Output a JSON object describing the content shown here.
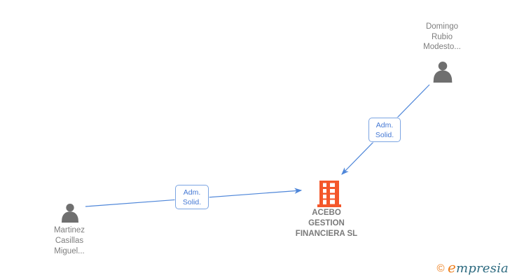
{
  "diagram": {
    "nodes": {
      "person_top": {
        "label_lines": [
          "Domingo",
          "Rubio",
          "Modesto..."
        ]
      },
      "person_bottom": {
        "label_lines": [
          "Martinez",
          "Casillas",
          "Miguel..."
        ]
      },
      "company": {
        "label_lines": [
          "ACEBO",
          "GESTION",
          "FINANCIERA SL"
        ]
      }
    },
    "edges": {
      "top": {
        "label_line1": "Adm.",
        "label_line2": "Solid."
      },
      "bottom": {
        "label_line1": "Adm.",
        "label_line2": "Solid."
      }
    }
  },
  "branding": {
    "copyright_symbol": "©",
    "logo_first_letter": "e",
    "logo_rest": "mpresia"
  },
  "colors": {
    "arrow_blue": "#4e86d9",
    "edge_label_border_blue": "#7ba4e2",
    "edge_label_text_blue": "#4478d4",
    "building_orange": "#f4572b",
    "person_gray": "#6f6f6f",
    "node_text_gray": "#7e7e7e",
    "logo_orange": "#ee7f1d",
    "logo_teal": "#2e6b80"
  }
}
